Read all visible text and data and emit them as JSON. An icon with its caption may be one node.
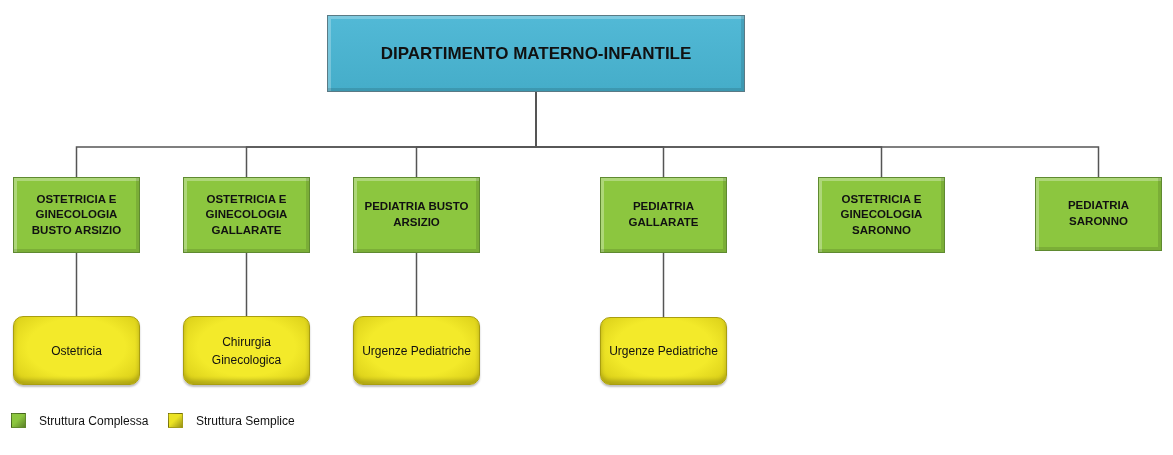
{
  "diagram": {
    "nodes": [
      {
        "text": [
          "DIPARTIMENTO MATERNO-INFANTILE"
        ]
      },
      {
        "text": [
          "OSTETRICIA E GINECOLOGIA BUSTO ARSIZIO"
        ]
      },
      {
        "text": [
          "OSTETRICIA E GINECOLOGIA GALLARATE"
        ]
      },
      {
        "text": [
          "PEDIATRIA BUSTO ARSIZIO"
        ]
      },
      {
        "text": [
          "PEDIATRIA GALLARATE"
        ]
      },
      {
        "text": [
          "OSTETRICIA E GINECOLOGIA SARONNO"
        ]
      },
      {
        "text": [
          "PEDIATRIA SARONNO"
        ]
      },
      {
        "text": [
          "Ostetricia"
        ]
      },
      {
        "text": [
          "Chirurgia Ginecologica"
        ]
      },
      {
        "text": [
          "Urgenze Pediatriche"
        ]
      },
      {
        "text": [
          "Urgenze Pediatriche"
        ]
      }
    ],
    "edges": [
      {
        "from": 0,
        "to": 1,
        "arrow": "none"
      },
      {
        "from": 0,
        "to": 2,
        "arrow": "none"
      },
      {
        "from": 0,
        "to": 3,
        "arrow": "none"
      },
      {
        "from": 0,
        "to": 4,
        "arrow": "none"
      },
      {
        "from": 0,
        "to": 5,
        "arrow": "none"
      },
      {
        "from": 0,
        "to": 6,
        "arrow": "none"
      },
      {
        "from": 1,
        "to": 7,
        "arrow": "none"
      },
      {
        "from": 2,
        "to": 8,
        "arrow": "none"
      },
      {
        "from": 3,
        "to": 9,
        "arrow": "none"
      },
      {
        "from": 4,
        "to": 10,
        "arrow": "none"
      }
    ],
    "legend": [
      {
        "text": "Struttura Complessa",
        "color": "#8cc63f"
      },
      {
        "text": "Struttura Semplice",
        "color": "#ece324"
      }
    ]
  }
}
